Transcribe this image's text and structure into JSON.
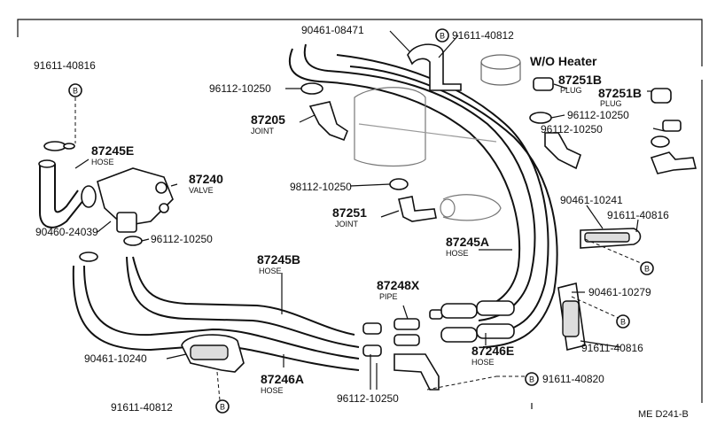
{
  "labels": {
    "p90461_08471": "90461-08471",
    "p91611_40812_top": "91611-40812",
    "wo_heater": "W/O Heater",
    "p91611_40816_left": "91611-40816",
    "p96112_10250_a": "96112-10250",
    "p87205": "87205",
    "p87205_sub": "JOINT",
    "p87251b_1": "87251B",
    "p87251b_1_sub": "PLUG",
    "p87251b_2": "87251B",
    "p87251b_2_sub": "PLUG",
    "p96112_10250_b": "96112-10250",
    "p96112_10250_c": "96112-10250",
    "p87245e": "87245E",
    "p87245e_sub": "HOSE",
    "p87240": "87240",
    "p87240_sub": "VALVE",
    "p98112_10250": "98112-10250",
    "p87251": "87251",
    "p87251_sub": "JOINT",
    "p90460_24039": "90460-24039",
    "p96112_10250_d": "96112-10250",
    "p90461_10241": "90461-10241",
    "p91611_40816_r1": "91611-40816",
    "p87245a": "87245A",
    "p87245a_sub": "HOSE",
    "p87245b": "87245B",
    "p87245b_sub": "HOSE",
    "p87248x": "87248X",
    "p87248x_sub": "PIPE",
    "p90461_10279": "90461-10279",
    "p91611_40816_r2": "91611-40816",
    "p90461_10240": "90461-10240",
    "p87246e": "87246E",
    "p87246e_sub": "HOSE",
    "p87246a": "87246A",
    "p87246a_sub": "HOSE",
    "p91611_40820": "91611-40820",
    "p91611_40812_bot": "91611-40812",
    "p96112_10250_e": "96112-10250",
    "diagram_code": "ME D241-B",
    "bolt_mark": "B"
  }
}
